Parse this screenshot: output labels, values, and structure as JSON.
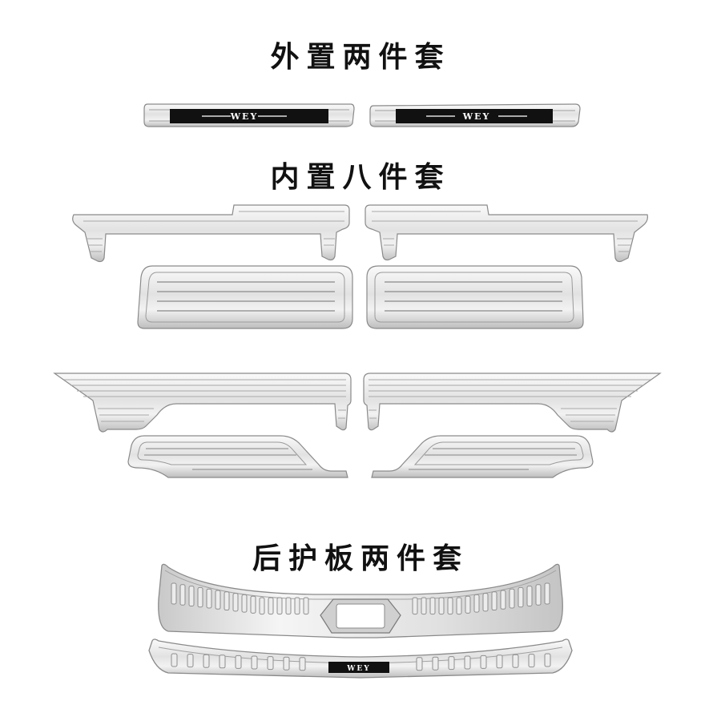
{
  "sections": {
    "outer_kit": {
      "title": "外置两件套",
      "badge": "WEY"
    },
    "inner_kit": {
      "title": "内置八件套"
    },
    "rear_kit": {
      "title": "后护板两件套",
      "badge": "WEY"
    }
  },
  "colors": {
    "metal_light": "#f4f4f4",
    "metal_mid": "#d6d6d6",
    "metal_dark": "#8a8a8a",
    "badge_bg": "#111111",
    "badge_text": "#ffffff"
  }
}
